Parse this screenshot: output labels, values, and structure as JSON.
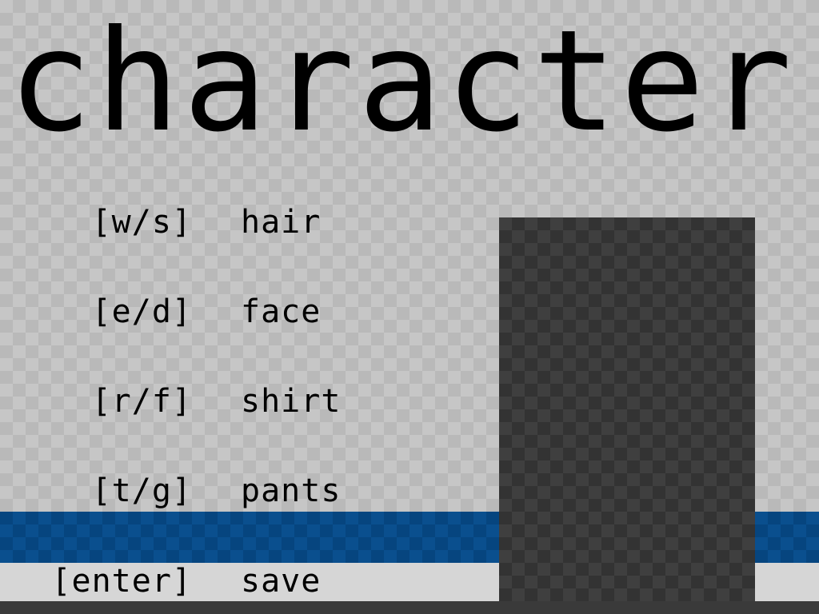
{
  "title": "character",
  "menu": {
    "items": [
      {
        "key": "[w/s]",
        "label": "hair"
      },
      {
        "key": "[e/d]",
        "label": "face"
      },
      {
        "key": "[r/f]",
        "label": "shirt"
      },
      {
        "key": "[t/g]",
        "label": "pants"
      },
      {
        "key": "[enter]",
        "label": "save"
      }
    ]
  },
  "colors": {
    "background": "#c6c6c6",
    "highlight": "#06457f",
    "preview_panel": "#3f3f3f",
    "text": "#000000"
  }
}
